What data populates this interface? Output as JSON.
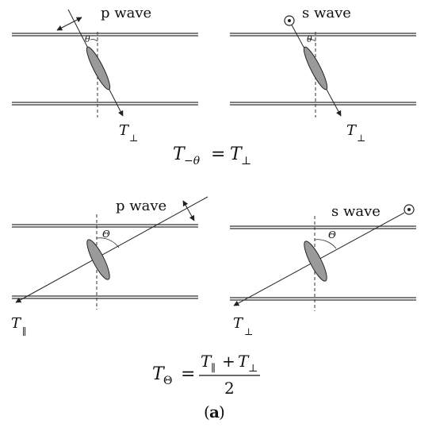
{
  "panels": {
    "top_left": {
      "wave_label": "p wave",
      "angle_symbol": "θ",
      "transmission": "T",
      "transmission_sub": "⊥"
    },
    "top_right": {
      "wave_label": "s wave",
      "angle_symbol": "θ",
      "transmission": "T",
      "transmission_sub": "⊥"
    },
    "bottom_left": {
      "wave_label": "p wave",
      "angle_symbol": "Θ",
      "transmission": "T",
      "transmission_sub": "∥"
    },
    "bottom_right": {
      "wave_label": "s wave",
      "angle_symbol": "Θ",
      "transmission": "T",
      "transmission_sub": "⊥"
    }
  },
  "equations": {
    "eq1": {
      "lhs": "T",
      "lhs_sub": "−θ",
      "equals": "=",
      "rhs": "T",
      "rhs_sub": "⊥"
    },
    "eq2": {
      "lhs": "T",
      "lhs_sub": "Θ",
      "equals": "=",
      "num_a": "T",
      "num_a_sub": "∥",
      "plus": "+",
      "num_b": "T",
      "num_b_sub": "⊥",
      "denominator": "2"
    }
  },
  "caption": {
    "open": "(",
    "letter": "a",
    "close": ")"
  }
}
